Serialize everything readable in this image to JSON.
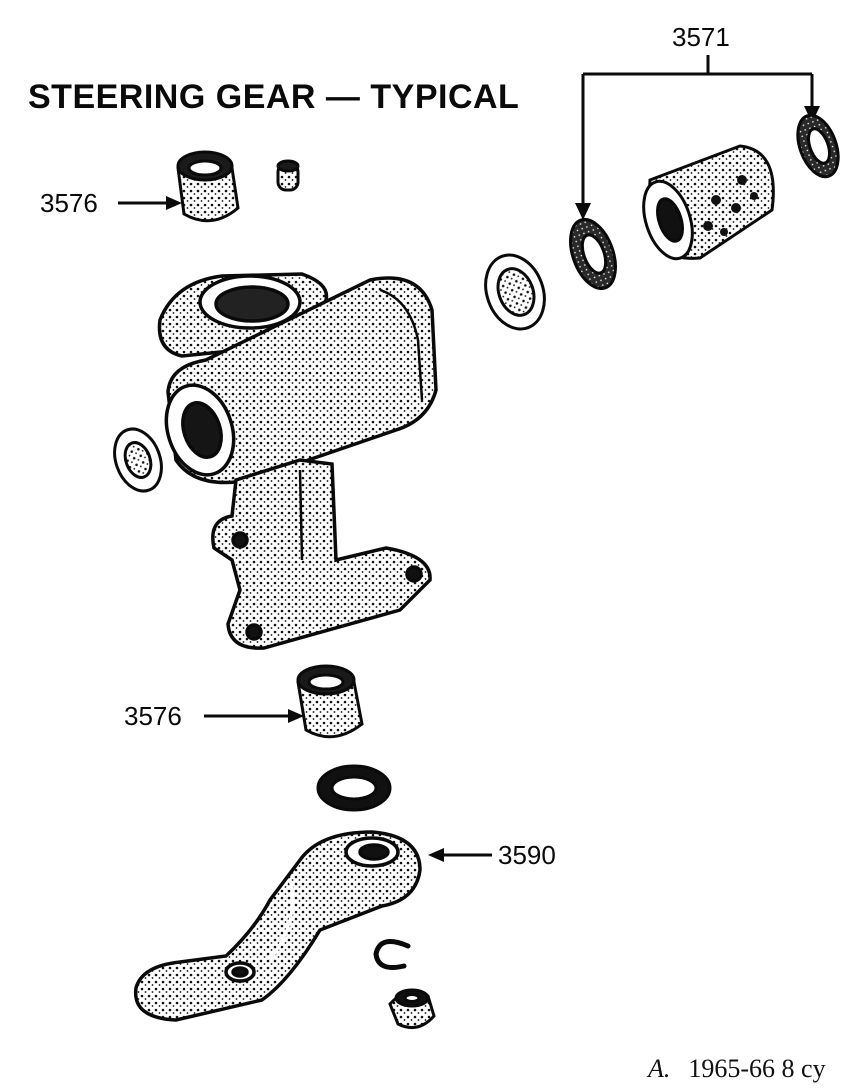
{
  "title": "STEERING GEAR — TYPICAL",
  "callouts": {
    "bearing_cup_upper": "3576",
    "bearing_cup_lower": "3576",
    "worm_and_bearings": "3571",
    "pitman_arm": "3590"
  },
  "caption": {
    "letter": "A.",
    "text": "1965-66 8 cy"
  },
  "colors": {
    "ink": "#0a0a0a",
    "paper": "#ffffff"
  }
}
